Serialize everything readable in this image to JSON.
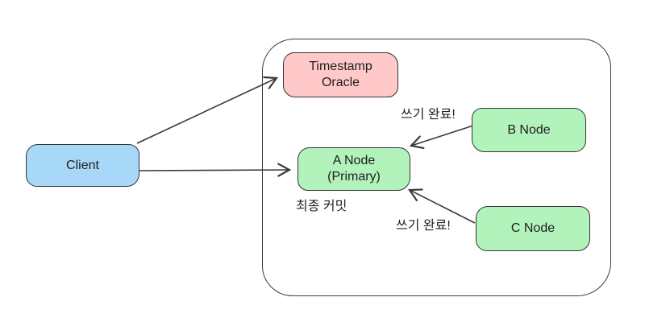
{
  "diagram": {
    "client": {
      "label": "Client"
    },
    "oracle": {
      "line1": "Timestamp",
      "line2": "Oracle"
    },
    "a_node": {
      "line1": "A Node",
      "line2": "(Primary)"
    },
    "b_node": {
      "label": "B Node"
    },
    "c_node": {
      "label": "C Node"
    },
    "annotations": {
      "final_commit": "최종 커밋",
      "write_done_b": "쓰기 완료!",
      "write_done_c": "쓰기 완료!"
    },
    "colors": {
      "client_fill": "#a8d8f8",
      "oracle_fill": "#ffc9c9",
      "node_fill": "#b2f2bb",
      "box_stroke": "#343434",
      "arrow_stroke": "#3a3a3a",
      "text": "#1e1e1e"
    }
  }
}
